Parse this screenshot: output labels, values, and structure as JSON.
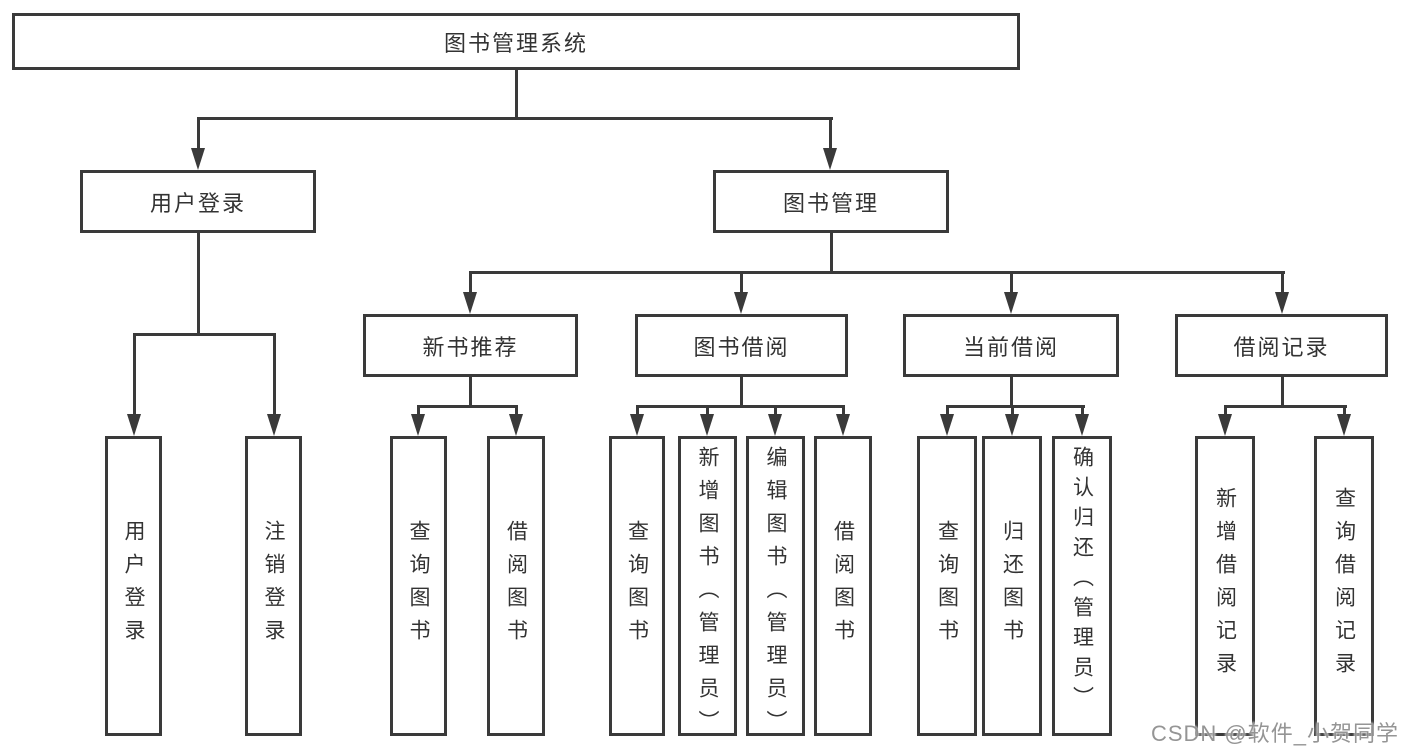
{
  "diagram": {
    "root": {
      "label": "图书管理系统"
    },
    "level1": [
      {
        "label": "用户登录",
        "children": [
          {
            "label": "用户登录"
          },
          {
            "label": "注销登录"
          }
        ]
      },
      {
        "label": "图书管理",
        "children": [
          {
            "label": "新书推荐",
            "children": [
              {
                "label": "查询图书"
              },
              {
                "label": "借阅图书"
              }
            ]
          },
          {
            "label": "图书借阅",
            "children": [
              {
                "label": "查询图书"
              },
              {
                "label": "新增图书（管理员）"
              },
              {
                "label": "编辑图书（管理员）"
              },
              {
                "label": "借阅图书"
              }
            ]
          },
          {
            "label": "当前借阅",
            "children": [
              {
                "label": "查询图书"
              },
              {
                "label": "归还图书"
              },
              {
                "label": "确认归还（管理员）"
              }
            ]
          },
          {
            "label": "借阅记录",
            "children": [
              {
                "label": "新增借阅记录"
              },
              {
                "label": "查询借阅记录"
              }
            ]
          }
        ]
      }
    ],
    "watermark": "CSDN @软件_小贺同学",
    "colors": {
      "line": "#3a3a3a",
      "box_background": "#ffffff",
      "text": "#333333",
      "watermark": "#8c8c8c"
    }
  }
}
